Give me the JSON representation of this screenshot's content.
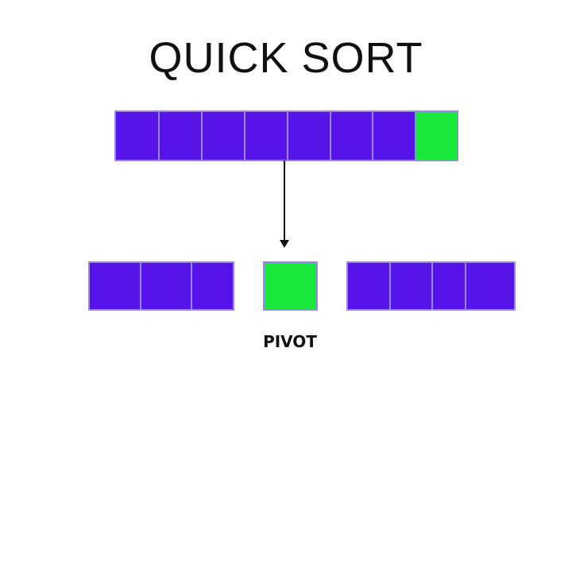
{
  "title": "QUICK SORT",
  "colors": {
    "element": "#5614e8",
    "pivot": "#17e83a",
    "border": "#9a86f0",
    "arrow": "#111111"
  },
  "input_array": {
    "cells": [
      {
        "type": "element"
      },
      {
        "type": "element"
      },
      {
        "type": "element"
      },
      {
        "type": "element"
      },
      {
        "type": "element"
      },
      {
        "type": "element"
      },
      {
        "type": "element"
      },
      {
        "type": "pivot"
      }
    ]
  },
  "left_partition": {
    "cells": [
      {
        "type": "element"
      },
      {
        "type": "element"
      },
      {
        "type": "element"
      }
    ]
  },
  "pivot": {
    "cells": [
      {
        "type": "pivot"
      }
    ],
    "label": "PIVOT"
  },
  "right_partition": {
    "cells": [
      {
        "type": "element"
      },
      {
        "type": "element"
      },
      {
        "type": "element"
      },
      {
        "type": "element"
      }
    ]
  }
}
